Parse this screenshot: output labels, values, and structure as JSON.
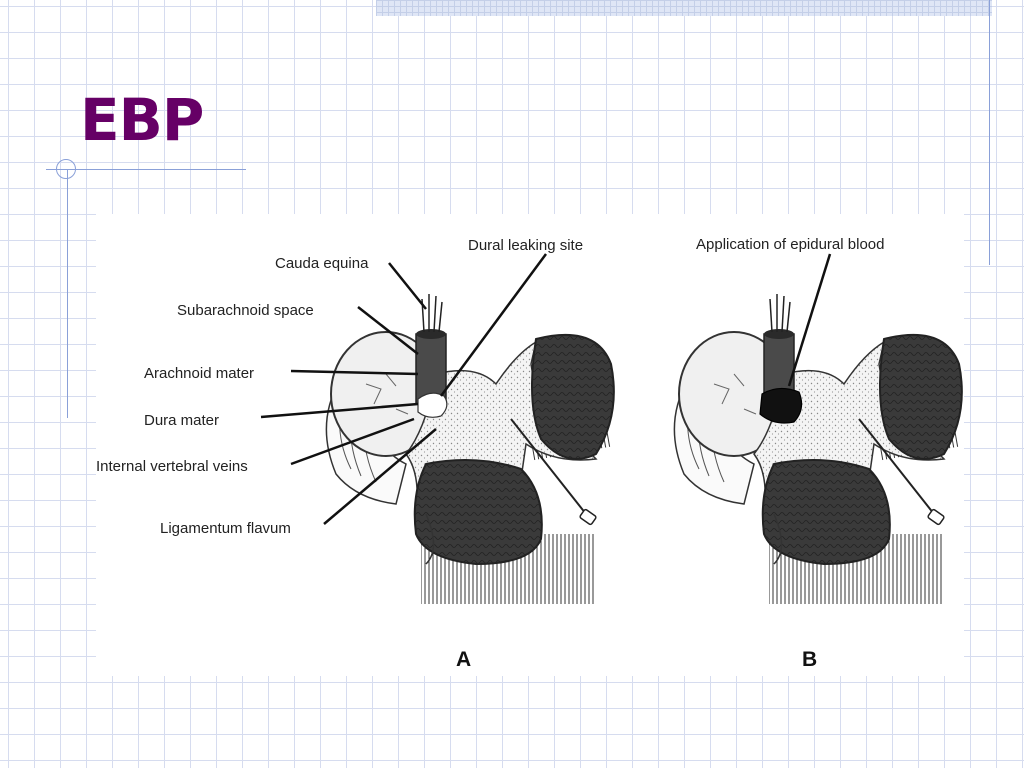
{
  "slide": {
    "title": "EBP"
  },
  "figure": {
    "labels": {
      "cauda_equina": "Cauda equina",
      "subarachnoid_space": "Subarachnoid space",
      "arachnoid_mater": "Arachnoid mater",
      "dura_mater": "Dura mater",
      "internal_vertebral_veins": "Internal vertebral veins",
      "ligamentum_flavum": "Ligamentum flavum",
      "dural_leaking_site": "Dural leaking site",
      "application_epidural_blood": "Application of epidural blood"
    },
    "panels": [
      "A",
      "B"
    ]
  }
}
